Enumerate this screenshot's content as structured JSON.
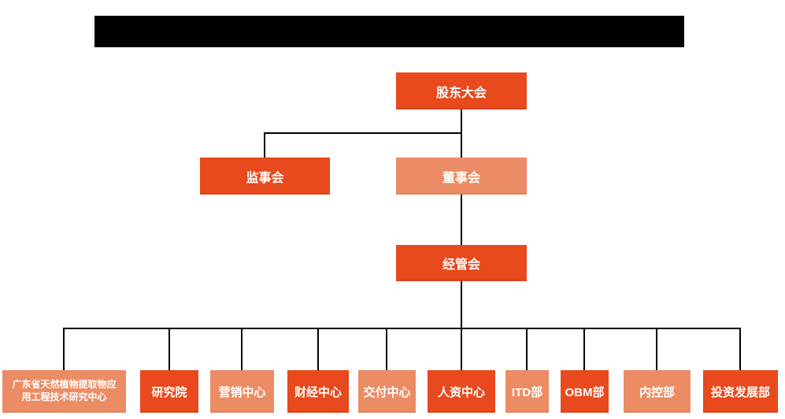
{
  "colors": {
    "primary": "#E8491D",
    "secondary": "#EC8C64",
    "connector": "#000000",
    "title_bar": "#000000",
    "text": "#FFFFFF",
    "background": "#FFFFFF"
  },
  "org": {
    "root": {
      "label": "股东大会",
      "variant": "primary"
    },
    "level2": [
      {
        "label": "监事会",
        "variant": "primary"
      },
      {
        "label": "董事会",
        "variant": "secondary"
      }
    ],
    "level3": {
      "label": "经管会",
      "variant": "primary"
    },
    "departments": [
      {
        "label": "广东省天然植物提取物应\n用工程技术研究中心",
        "variant": "secondary"
      },
      {
        "label": "研究院",
        "variant": "primary"
      },
      {
        "label": "营销中心",
        "variant": "secondary"
      },
      {
        "label": "财经中心",
        "variant": "primary"
      },
      {
        "label": "交付中心",
        "variant": "secondary"
      },
      {
        "label": "人资中心",
        "variant": "primary"
      },
      {
        "label": "ITD部",
        "variant": "secondary"
      },
      {
        "label": "OBM部",
        "variant": "primary"
      },
      {
        "label": "内控部",
        "variant": "secondary"
      },
      {
        "label": "投资发展部",
        "variant": "primary"
      }
    ]
  }
}
